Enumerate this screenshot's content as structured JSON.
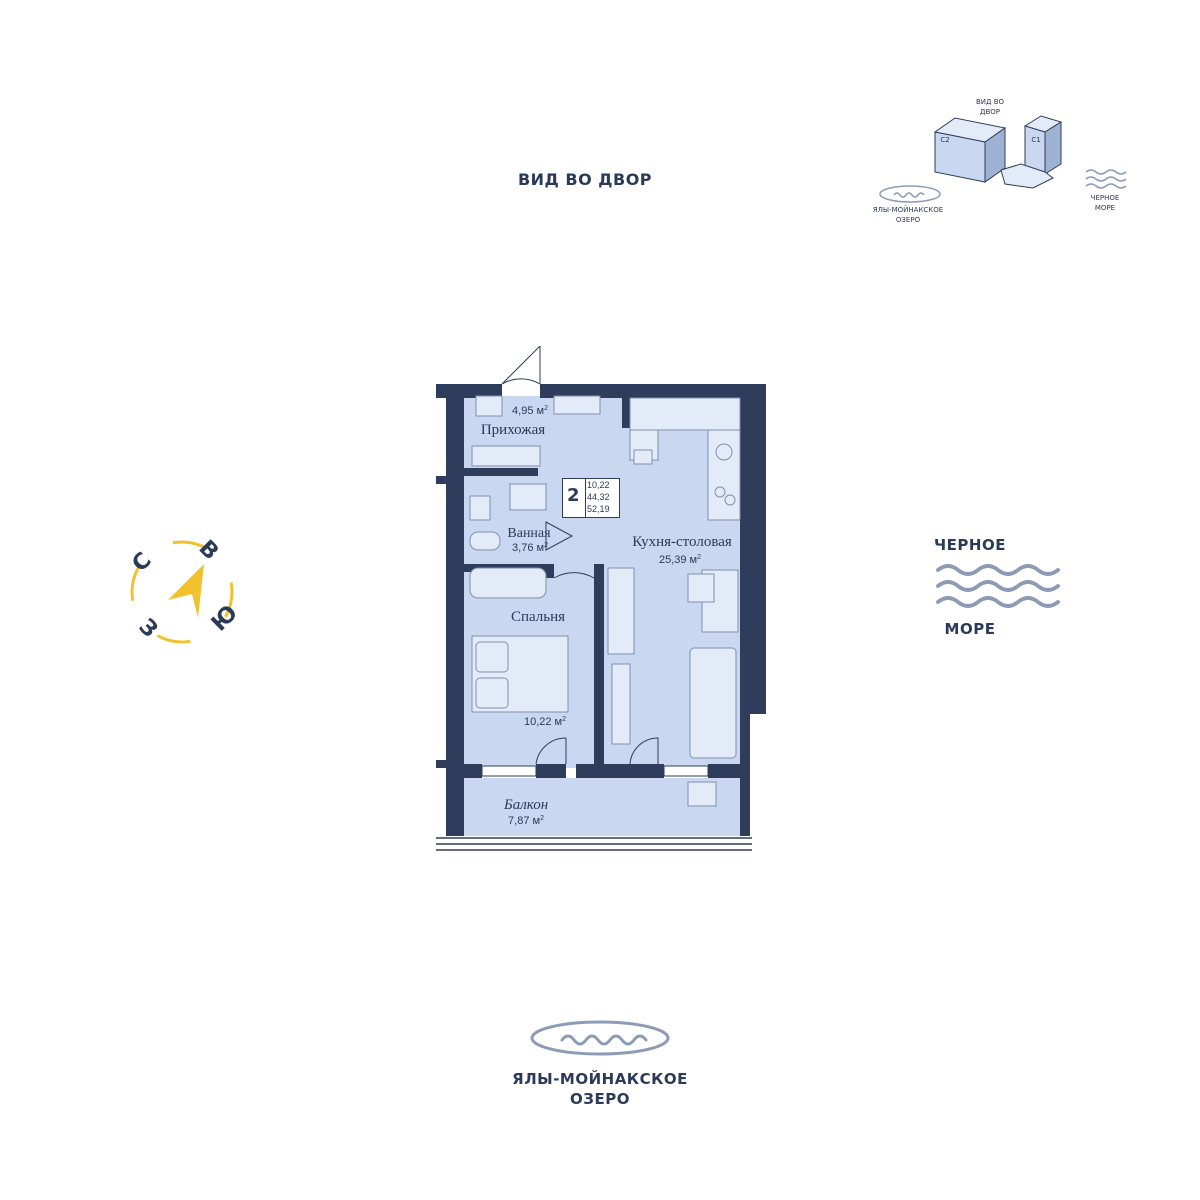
{
  "labels": {
    "view_top": "ВИД ВО ДВОР",
    "sea_line1": "ЧЕРНОЕ",
    "sea_line2": "МОРЕ",
    "lake_line1": "ЯЛЫ-МОЙНАКСКОЕ",
    "lake_line2": "ОЗЕРО"
  },
  "minimap": {
    "view_line1": "ВИД ВО",
    "view_line2": "ДВОР",
    "building_c2": "С2",
    "building_c1": "С1",
    "lake_line1": "ЯЛЫ-МОЙНАКСКОЕ",
    "lake_line2": "ОЗЕРО",
    "sea_line1": "ЧЕРНОЕ",
    "sea_line2": "МОРЕ"
  },
  "compass": {
    "north": "С",
    "east": "В",
    "south": "Ю",
    "west": "З"
  },
  "unit": {
    "rooms_count": "2",
    "area_living": "10,22",
    "area_total": "44,32",
    "area_with_balcony": "52,19"
  },
  "rooms": {
    "hall_name": "Прихожая",
    "hall_area": "4,95 м",
    "bath_name": "Ванная",
    "bath_area": "3,76 м",
    "kitchen_name": "Кухня-столовая",
    "kitchen_area": "25,39 м",
    "bedroom_name": "Спальня",
    "bedroom_area": "10,22 м",
    "balcony_name": "Балкон",
    "balcony_area": "7,87 м",
    "sup": "2"
  },
  "colors": {
    "wall": "#2e3d5b",
    "floor": "#c9d8f0",
    "furniture": "#7e8fb0",
    "compass_accent": "#f2c12e",
    "wave": "#8c9bb6"
  }
}
